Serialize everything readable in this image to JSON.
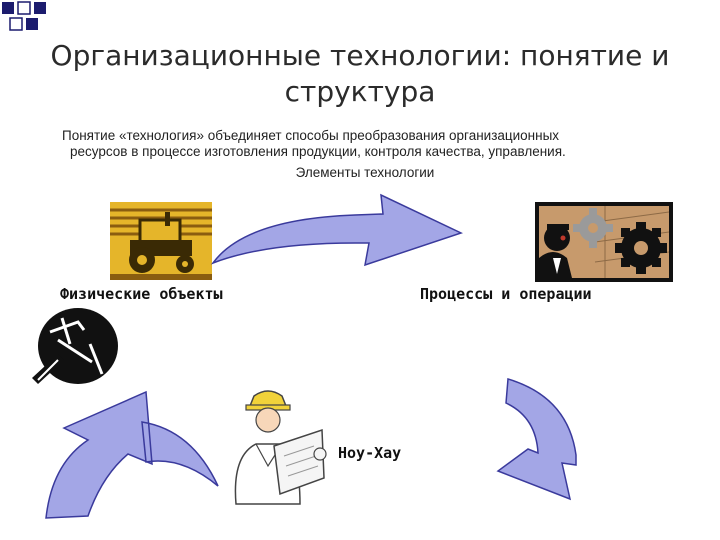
{
  "slide": {
    "title_line1": "Организационные технологии: понятие и",
    "title_line2": "структура",
    "intro_line1": "Понятие «технология» объединяет способы преобразования организационных",
    "intro_line2": "ресурсов в процессе изготовления продукции, контроля качества, управления.",
    "subheading": "Элементы технологии"
  },
  "elements": {
    "physical_objects": "Физические объекты",
    "processes": "Процессы и операции",
    "know_how": "Ноу-Хау"
  },
  "colors": {
    "arrow_fill": "#a3a6e6",
    "arrow_stroke": "#3a3a9c",
    "tractor_bg": "#e5b52a",
    "gear_bg": "#c79a6c",
    "deco_square": "#1c1c6e"
  },
  "icons": [
    "tractor-icon",
    "worker-gears-icon",
    "tools-icon",
    "engineer-blueprint-icon"
  ]
}
